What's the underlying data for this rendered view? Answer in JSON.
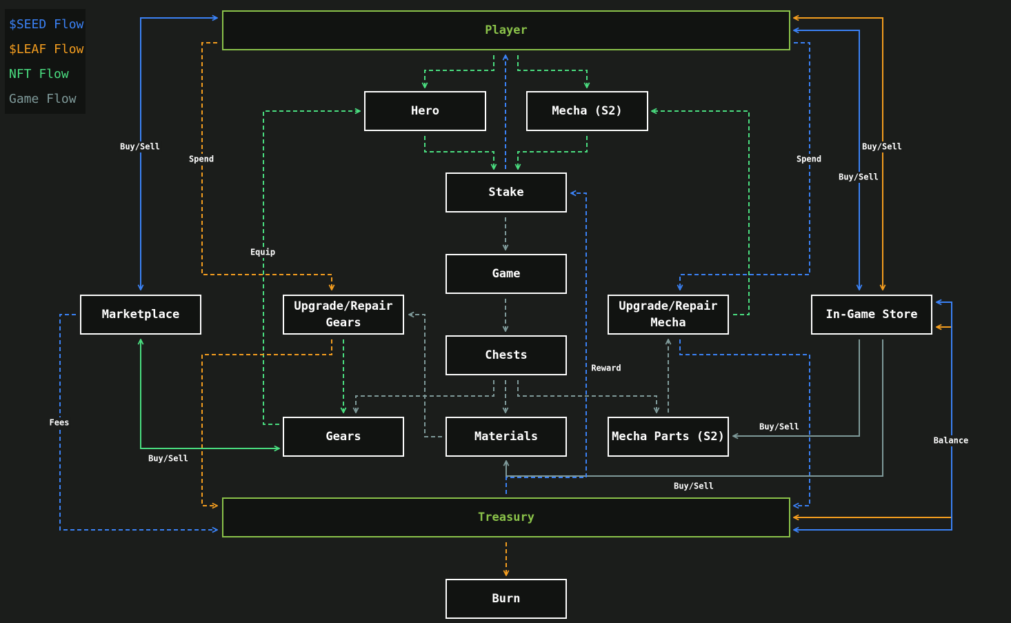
{
  "colors": {
    "seed": "#3b82f6",
    "leaf": "#f59e1f",
    "nft": "#4ade80",
    "game": "#7f9a9a",
    "major_border": "#8bc34a",
    "node_border": "#ffffff"
  },
  "legend": [
    {
      "label": "$SEED Flow",
      "color": "#3b82f6"
    },
    {
      "label": "$LEAF Flow",
      "color": "#f59e1f"
    },
    {
      "label": "NFT Flow",
      "color": "#4ade80"
    },
    {
      "label": "Game Flow",
      "color": "#7f9a9a"
    }
  ],
  "nodes": {
    "player": "Player",
    "hero": "Hero",
    "mecha": "Mecha (S2)",
    "stake": "Stake",
    "game": "Game",
    "chests": "Chests",
    "marketplace": "Marketplace",
    "upgrade_gears": [
      "Upgrade/Repair",
      "Gears"
    ],
    "upgrade_mecha": [
      "Upgrade/Repair",
      "Mecha"
    ],
    "store": "In-Game Store",
    "gears": "Gears",
    "materials": "Materials",
    "mecha_parts": "Mecha Parts (S2)",
    "treasury": "Treasury",
    "burn": "Burn"
  },
  "edge_labels": {
    "buy_sell": "Buy/Sell",
    "spend": "Spend",
    "equip": "Equip",
    "reward": "Reward",
    "fees": "Fees",
    "balance": "Balance"
  }
}
